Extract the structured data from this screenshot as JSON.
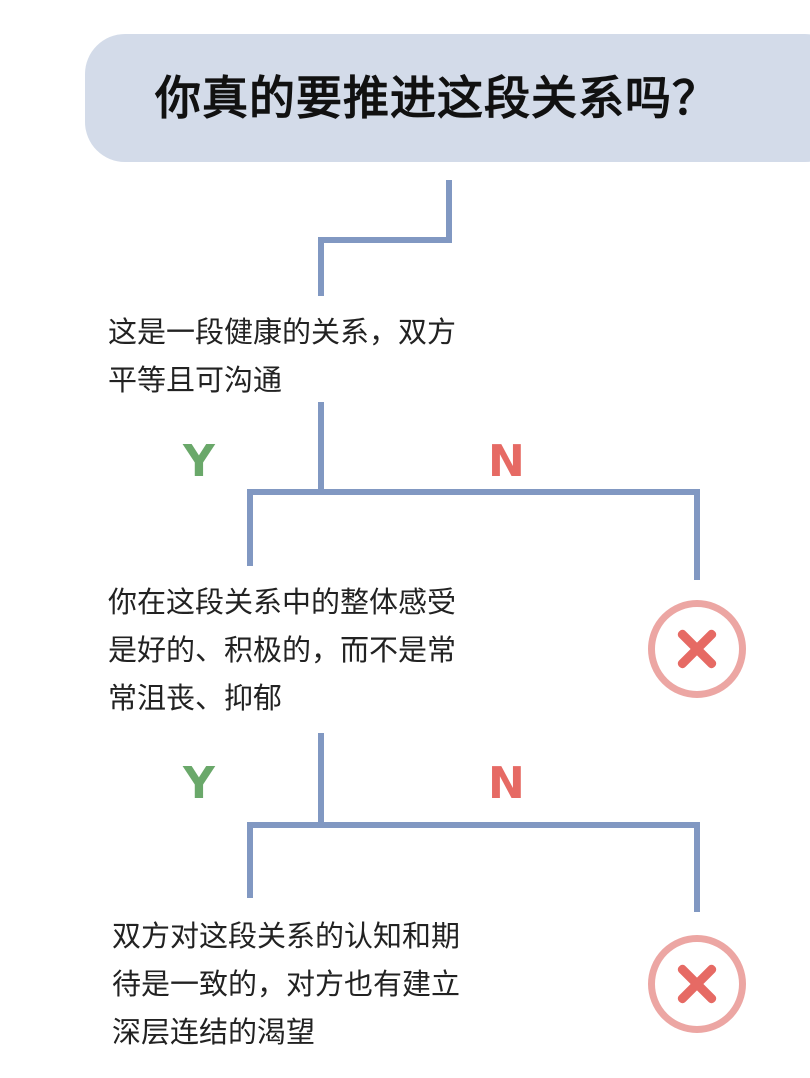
{
  "title": "你真的要推进这段关系吗？",
  "colors": {
    "banner": "#d3dbe9",
    "connector": "#8198c2",
    "yes": "#6aa86a",
    "no": "#e66a64",
    "x_ring": "#eca6a3",
    "x_mark": "#e66a64"
  },
  "questions": [
    {
      "lines": [
        "这是一段健康的关系，双方",
        "平等且可沟通"
      ]
    },
    {
      "lines": [
        "你在这段关系中的整体感受",
        "是好的、积极的，而不是常",
        "常沮丧、抑郁"
      ]
    },
    {
      "lines": [
        "双方对这段关系的认知和期",
        "待是一致的，对方也有建立",
        "深层连结的渴望"
      ]
    }
  ],
  "branches": [
    {
      "yes_label": "Y",
      "no_label": "N",
      "no_result_icon": "x-circle-icon"
    },
    {
      "yes_label": "Y",
      "no_label": "N",
      "no_result_icon": "x-circle-icon"
    }
  ]
}
